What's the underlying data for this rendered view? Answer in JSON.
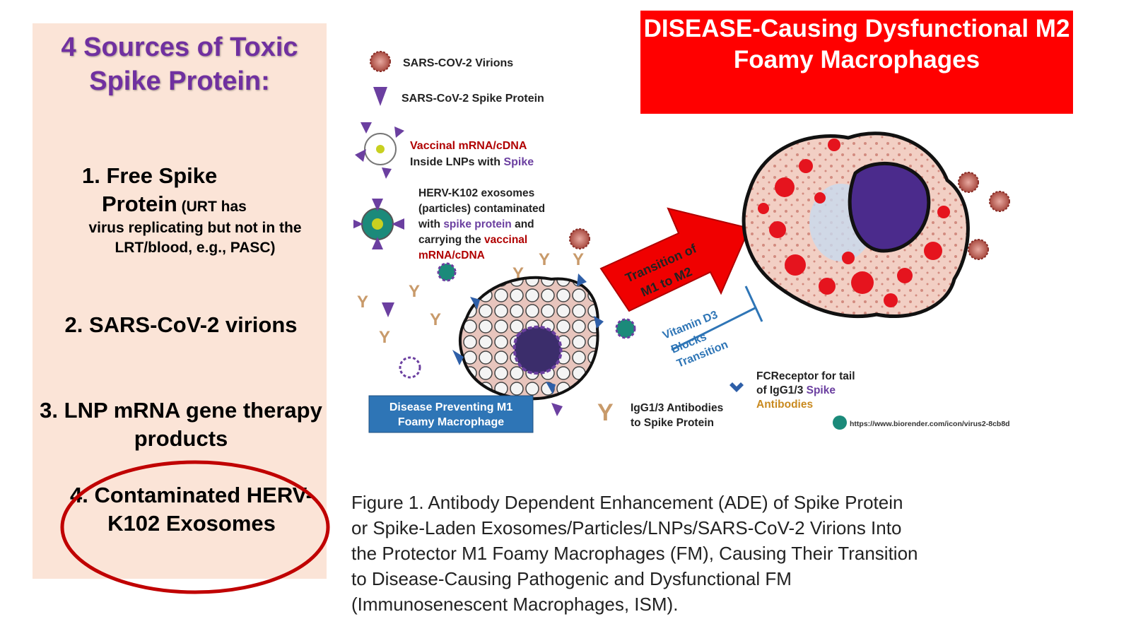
{
  "left_panel": {
    "title": "4 Sources of Toxic Spike Protein:",
    "items": [
      {
        "head": "1.   Free Spike",
        "head2": "Protein",
        "note": " (URT has",
        "sub": "virus replicating but not in the LRT/blood, e.g., PASC)"
      },
      {
        "text": "2. SARS-CoV-2 virions"
      },
      {
        "text": "3.  LNP mRNA gene therapy products"
      },
      {
        "text": "4.  Contaminated HERV-K102 Exosomes"
      }
    ]
  },
  "banner": {
    "text": "DISEASE-Causing Dysfunctional M2 Foamy Macrophages"
  },
  "legend": {
    "virions": "SARS-COV-2 Virions",
    "spike": "SARS-CoV-2 Spike Protein",
    "lnp_line1": "Vaccinal mRNA/cDNA",
    "lnp_line2a": "Inside LNPs with ",
    "lnp_line2b": "Spike",
    "herv_1": "HERV-K102 exosomes",
    "herv_2": "(particles) contaminated",
    "herv_3a": "with ",
    "herv_3b": "spike protein",
    "herv_3c": " and",
    "herv_4a": "carrying the ",
    "herv_4b": "vaccinal",
    "herv_5": "mRNA/cDNA"
  },
  "arrow_label": {
    "line1": "Transition of",
    "line2": "M1 to M2"
  },
  "vitd": {
    "line1": "Vitamin D3",
    "line2": "Blocks",
    "line3": "Transition"
  },
  "m1_box": {
    "line1": "Disease Preventing M1",
    "line2": "Foamy Macrophage"
  },
  "igg_label": {
    "line1": "IgG1/3 Antibodies",
    "line2": "to Spike Protein"
  },
  "fc_label": {
    "line1": "FCReceptor for tail",
    "line2a": "of IgG1/3 ",
    "line2b": "Spike",
    "line3": "Antibodies"
  },
  "credit": "https://www.biorender.com/icon/virus2-8cb8d",
  "caption": {
    "lines": [
      "Figure 1. Antibody Dependent Enhancement (ADE) of Spike Protein",
      "or Spike-Laden Exosomes/Particles/LNPs/SARS-CoV-2 Virions Into",
      "the Protector M1 Foamy Macrophages (FM), Causing Their Transition",
      "to Disease-Causing Pathogenic and Dysfunctional FM",
      "(Immunosenescent Macrophages, ISM)."
    ]
  },
  "colors": {
    "panel_bg": "#fbe4d7",
    "title_purple": "#7030a0",
    "banner_red": "#ff0000",
    "circle_red": "#c00000",
    "m1_blue": "#2e75b6"
  }
}
